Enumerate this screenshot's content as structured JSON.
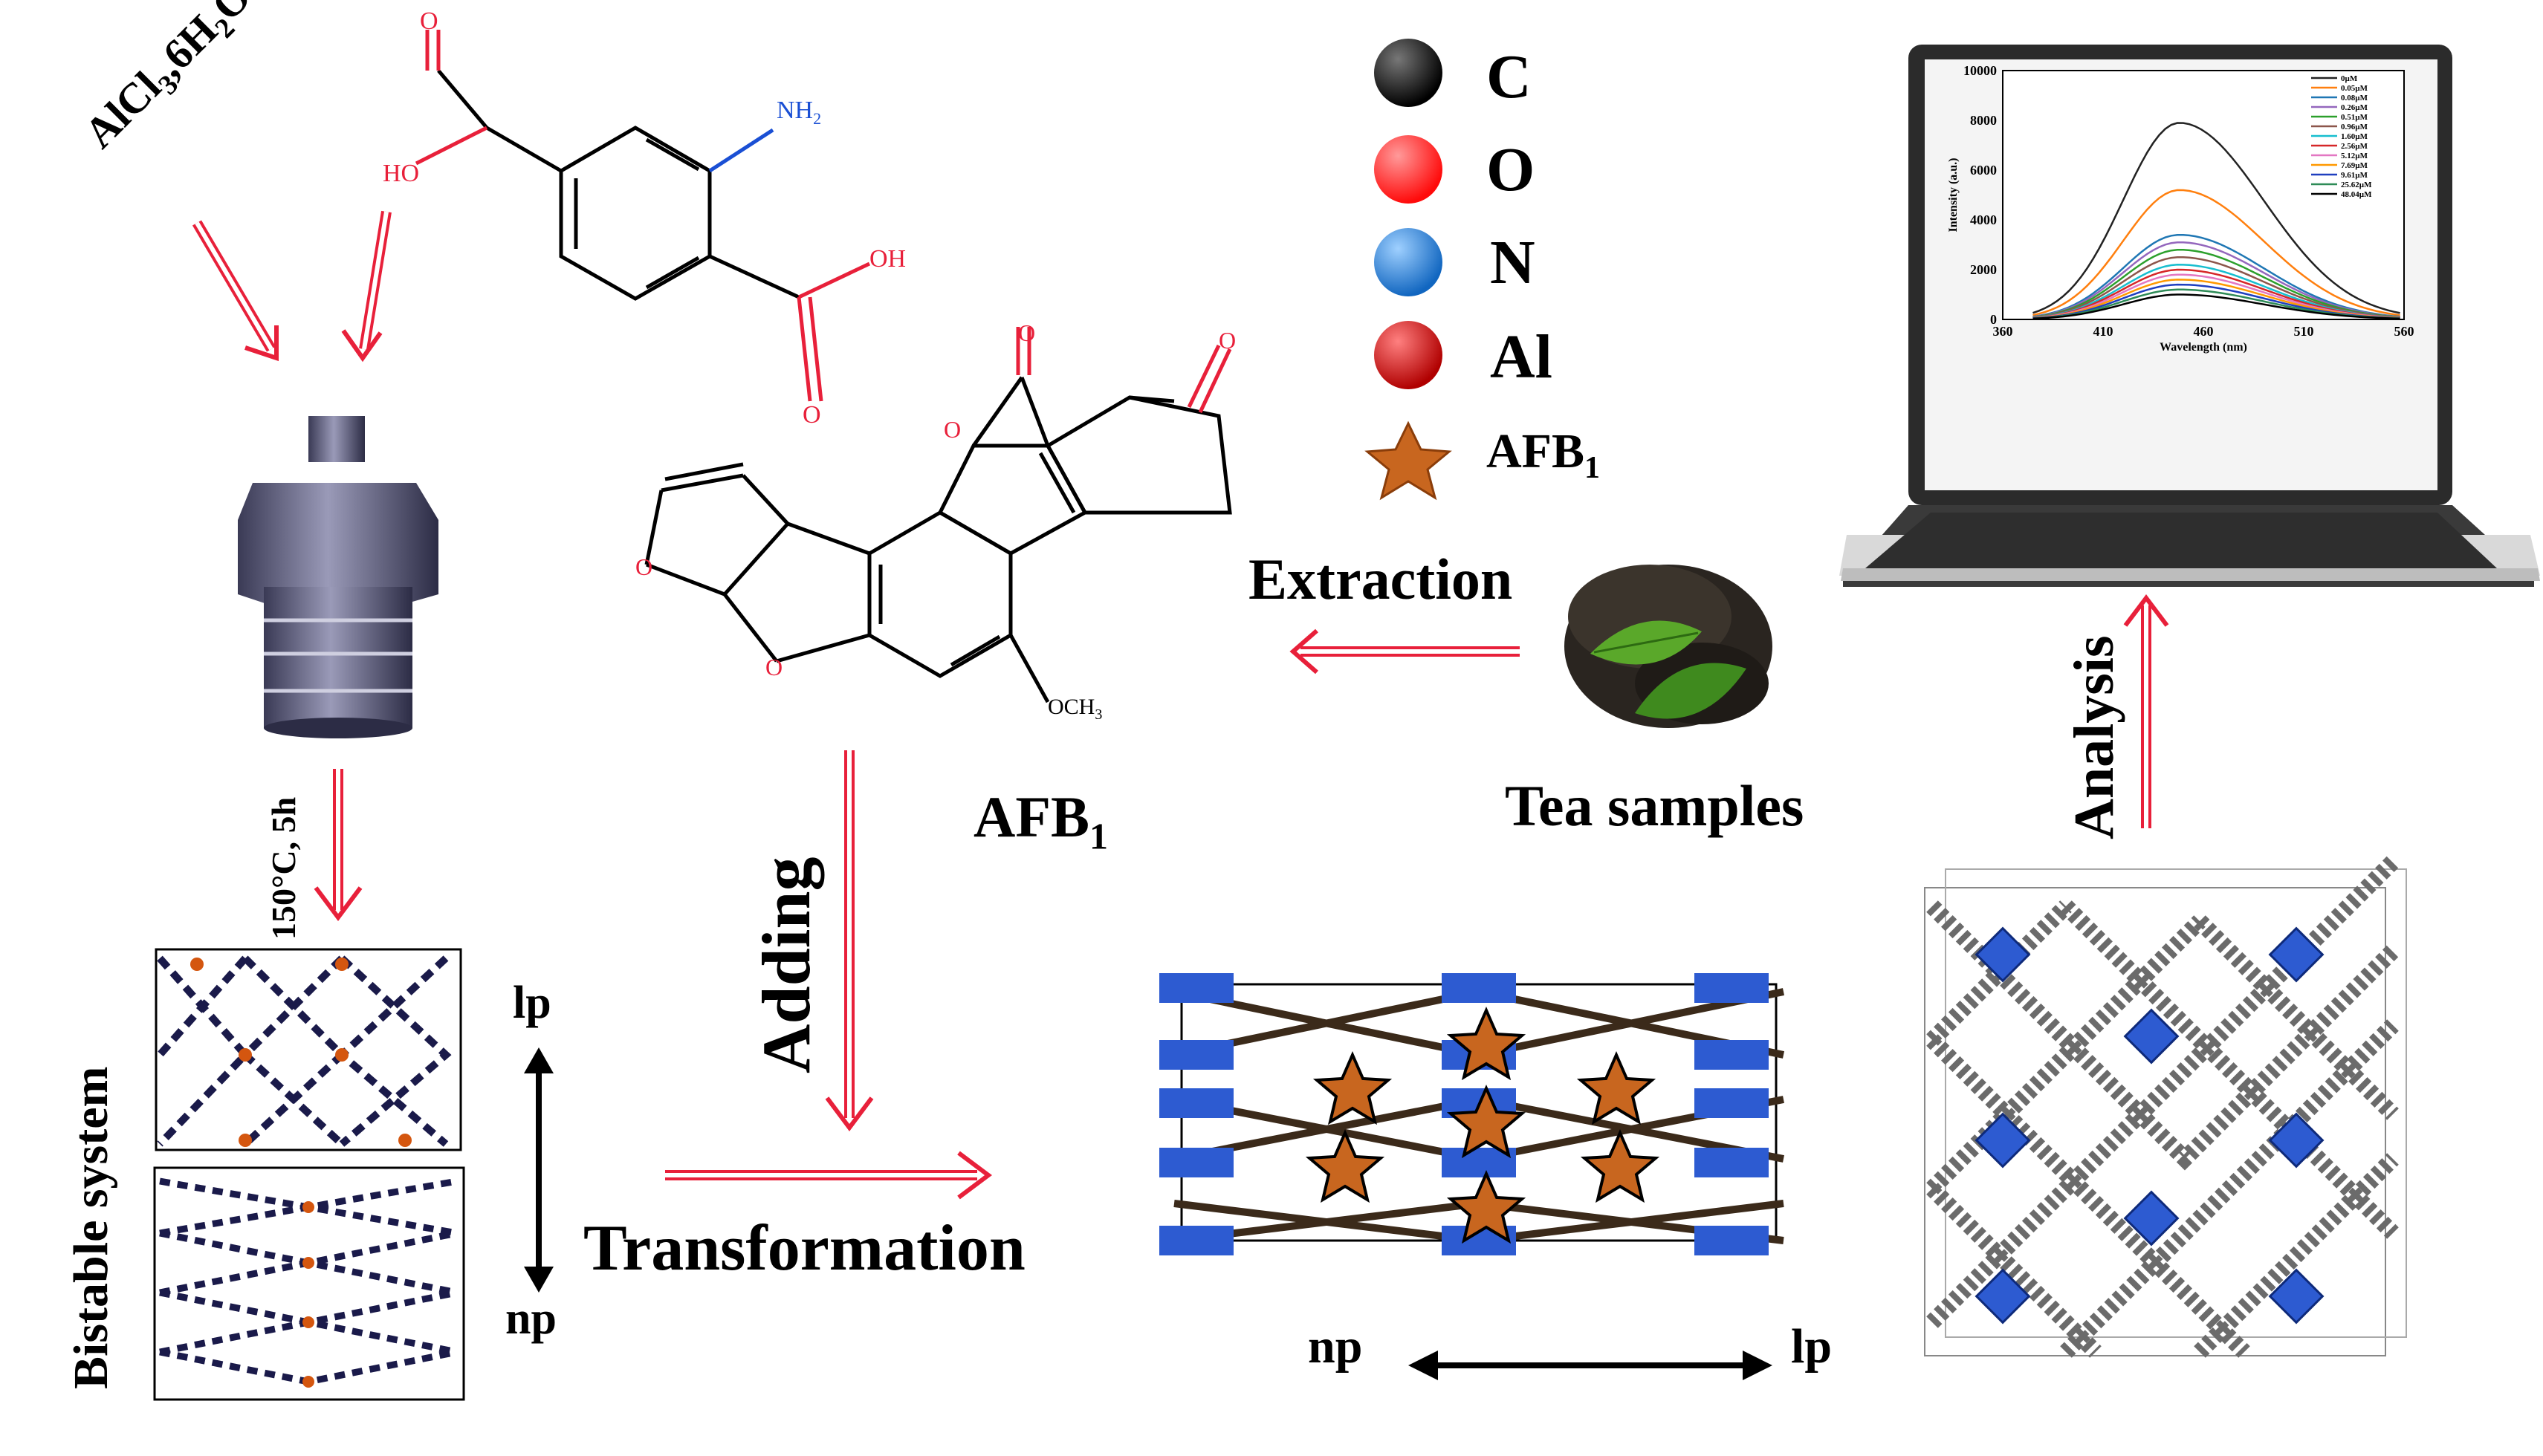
{
  "reagents": {
    "salt_main": "AlCl",
    "salt_sub1": "3",
    "salt_mid": ",6H",
    "salt_sub2": "2",
    "salt_end": "O"
  },
  "linker": {
    "amine": "NH",
    "amine_sub": "2",
    "acid_left": "HO",
    "acid_right": "OH",
    "carbonyl_o": "O"
  },
  "conditions": "150°C, 5h",
  "bistable": {
    "label": "Bistable  system",
    "lp": "lp",
    "np": "np"
  },
  "afb1": {
    "name": "AFB",
    "name_sub": "1",
    "methoxy": "OCH",
    "methoxy_sub": "3",
    "ring_o": "O"
  },
  "legend": {
    "items": [
      {
        "symbol": "C",
        "color": "#000000"
      },
      {
        "symbol": "O",
        "color": "#ff1a1a"
      },
      {
        "symbol": "N",
        "color": "#1a7fd4"
      },
      {
        "symbol": "Al",
        "color": "#d40f0f"
      },
      {
        "symbol": "AFB",
        "sub": "1",
        "color": "#c8661f"
      }
    ]
  },
  "steps": {
    "extraction": "Extraction",
    "tea": "Tea samples",
    "adding": "Adding",
    "transformation": "Transformation",
    "analysis": "Analysis"
  },
  "bottom_axis": {
    "left": "np",
    "right": "lp"
  },
  "spectrum": {
    "ylabel": "Intensity (a.u.)",
    "xlabel": "Wavelength (nm)",
    "y_ticks": [
      "10000",
      "8000",
      "6000",
      "4000",
      "2000",
      "0"
    ],
    "x_ticks": [
      "360",
      "410",
      "460",
      "510",
      "560"
    ],
    "legend": [
      "0µM",
      "0.05µM",
      "0.08µM",
      "0.26µM",
      "0.51µM",
      "0.96µM",
      "1.60µM",
      "2.56µM",
      "5.12µM",
      "7.69µM",
      "9.61µM",
      "25.62µM",
      "48.04µM"
    ],
    "colors": [
      "#222222",
      "#ff7f0e",
      "#1f77b4",
      "#9467bd",
      "#2ca02c",
      "#8c564b",
      "#17becf",
      "#d62728",
      "#e377c2",
      "#ff9900",
      "#1f3fbf",
      "#2e8b57",
      "#000000"
    ],
    "peaks": [
      7900,
      5200,
      3400,
      3100,
      2800,
      2500,
      2200,
      2000,
      1800,
      1600,
      1400,
      1200,
      1000
    ]
  }
}
